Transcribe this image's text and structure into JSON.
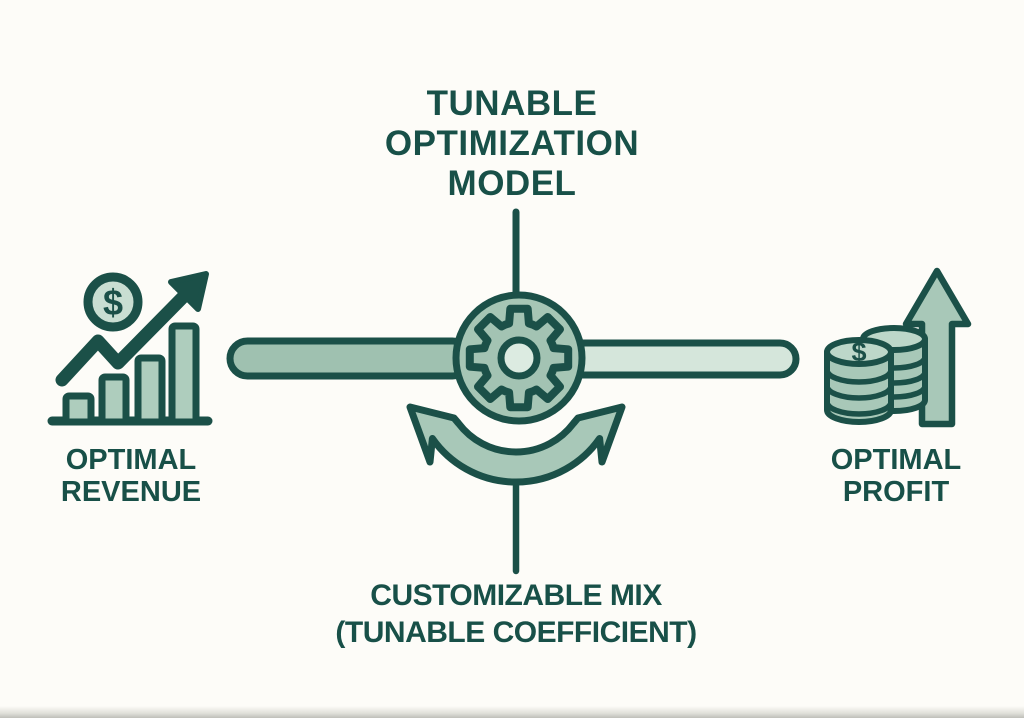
{
  "title": {
    "lines": [
      "TUNABLE",
      "OPTIMIZATION",
      "MODEL"
    ]
  },
  "left": {
    "label_lines": [
      "OPTIMAL",
      "REVENUE"
    ],
    "currency_symbol": "$"
  },
  "right": {
    "label_lines": [
      "OPTIMAL",
      "PROFIT"
    ],
    "currency_symbol": "$"
  },
  "bottom": {
    "label_lines": [
      "CUSTOMIZABLE MIX",
      "(TUNABLE COEFFICIENT)"
    ]
  },
  "icons": {
    "gear-icon": "gear inside circle (tunable model hub)",
    "slider-bar-left": "dark sage slider track toward revenue",
    "slider-bar-right": "pale green slider track toward profit",
    "revenue-chart-icon": "rising bar chart with growth arrow",
    "dollar-coin-icon": "coin with dollar sign",
    "coins-stack-icon": "two stacks of coins with dollar sign",
    "up-arrow-icon": "upward profit arrow",
    "swap-arrow-icon": "curved double-headed tuning arrow",
    "connector-line": "vertical connector line"
  },
  "colors": {
    "ink": "#1b5048",
    "text": "#185048",
    "sage": "#a7c7b7",
    "sage_dark": "#9fc1b0",
    "pale": "#d5e6db",
    "hub": "#dcebe1",
    "coin_top": "#bdd7c9",
    "coin_face": "#c9ded2",
    "bar_fill": "#aecdbd",
    "background": "#fdfcf8"
  }
}
